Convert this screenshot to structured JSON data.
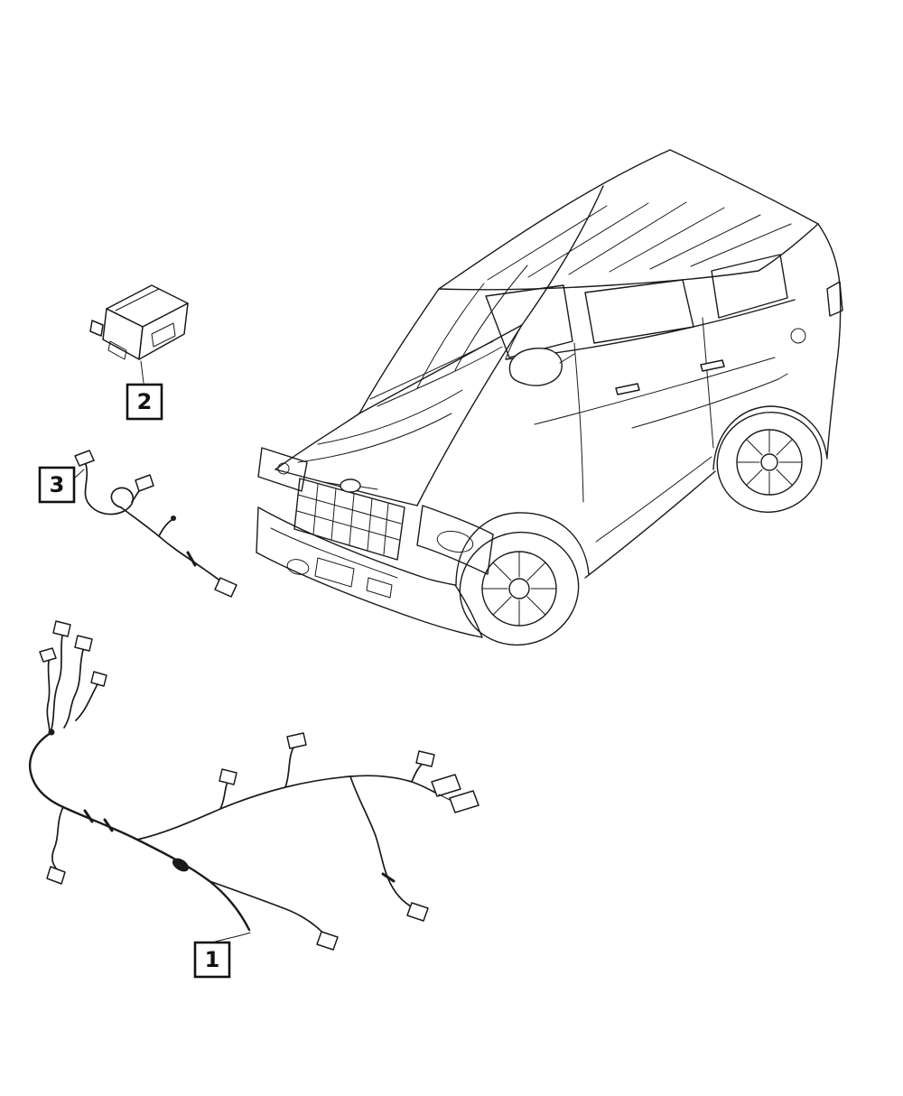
{
  "diagram": {
    "type": "vehicle-parts-line-diagram",
    "background_color": "#ffffff",
    "line_color": "#1a1a1a",
    "callouts": [
      {
        "label": "1"
      },
      {
        "label": "2"
      },
      {
        "label": "3"
      }
    ]
  }
}
